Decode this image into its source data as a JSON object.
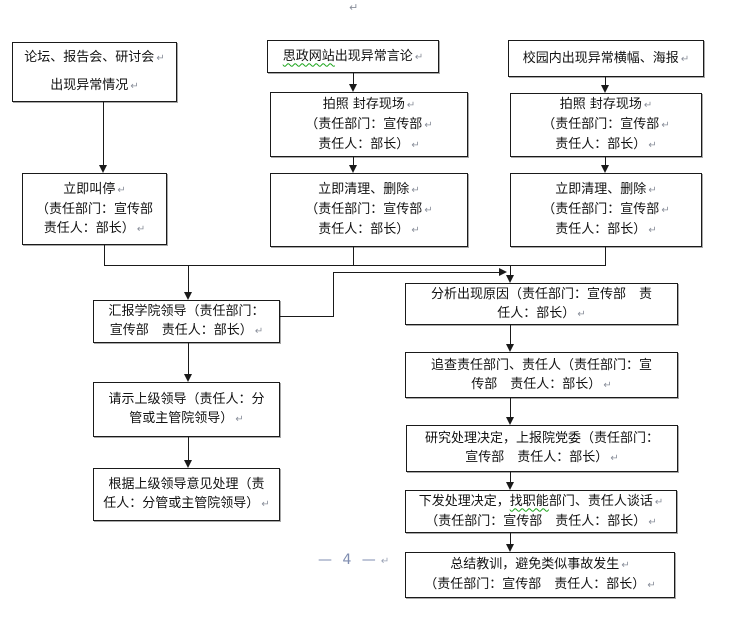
{
  "page": {
    "paragraph_mark": "↵",
    "footer": {
      "page_number": "— 4 —"
    }
  },
  "flowchart": {
    "colors": {
      "box_border": "#1a1a1a",
      "connector_line": "#1a1a1a",
      "text": "#111111",
      "return_mark": "#8a8f9b",
      "footer_text": "#7f8db0",
      "grammar_squiggle": "#17a317"
    },
    "boxes": {
      "forum_event": {
        "line1": "论坛、报告会、研讨会",
        "line2": "出现异常情况"
      },
      "stop_now": {
        "line1": "立即叫停",
        "line2": "（责任部门：宣传部",
        "line3": "责任人：部长）"
      },
      "website_speech": {
        "flagged": "思政网站",
        "rest": "出现异常言论"
      },
      "photo_seal_web": {
        "line1": "拍照 封存现场",
        "line2": "（责任部门：宣传部",
        "line3": "责任人：部长）"
      },
      "clean_delete_web": {
        "line1": "立即清理、删除",
        "line2": "（责任部门：宣传部",
        "line3": "责任人：部长）"
      },
      "campus_banner": {
        "line1": "校园内出现异常横幅、海报"
      },
      "photo_seal_campus": {
        "line1": "拍照 封存现场",
        "line2": "（责任部门：宣传部",
        "line3": "责任人：部长）"
      },
      "clean_delete_campus": {
        "line1": "立即清理、删除",
        "line2": "（责任部门：宣传部",
        "line3": "责任人：部长）"
      },
      "report_leaders": {
        "line1": "汇报学院领导（责任部门：",
        "line2": "宣传部　责任人：部长）"
      },
      "ask_superiors": {
        "line1": "请示上级领导（责任人：分",
        "line2": "管或主管院领导）"
      },
      "handle_per_opinion": {
        "line1": "根据上级领导意见处理（责",
        "line2": "任人：分管或主管院领导）"
      },
      "analyze_cause": {
        "line1": "分析出现原因（责任部门：宣传部　责",
        "line2": "任人：部长）"
      },
      "trace_responsibility": {
        "line1": "追查责任部门、责任人（责任部门：宣",
        "line2": "传部　责任人：部长）"
      },
      "decide_report": {
        "line1": "研究处理决定，上报院党委（责任部门：",
        "line2": "宣传部　责任人：部长）"
      },
      "issue_decision": {
        "pre": "下发处理决定，",
        "flagged": "找职能",
        "post": "部门、责任人谈话",
        "line2": "（责任部门：宣传部　责任人：部长）"
      },
      "summarize": {
        "line1": "总结教训，避免类似事故发生",
        "line2": "（责任部门：宣传部　责任人：部长）"
      }
    }
  }
}
